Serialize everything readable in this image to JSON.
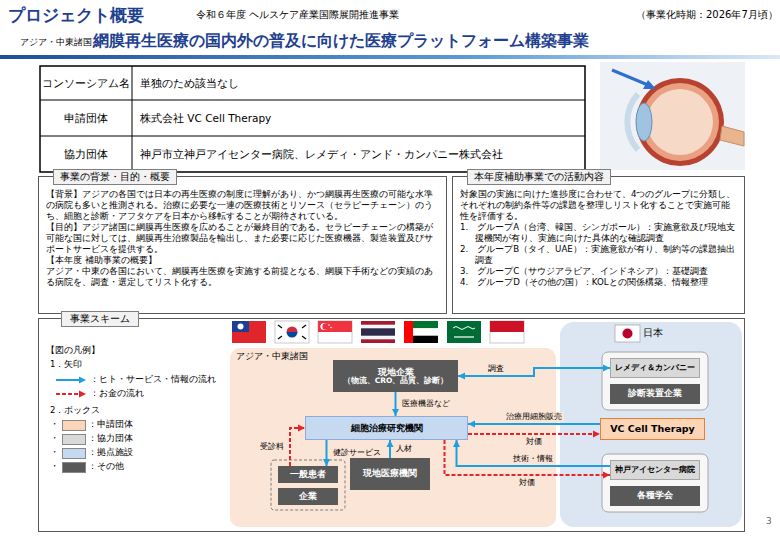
{
  "diagram": {
    "title": "網膜再生医療の国内外の普及に向けた医療プラットフォーム構築事業",
    "nodes": [
      {
        "text": [
          "事業の背景・目的・概要",
          "【背景】アジアの各国では日本の再生医療の制度に理解があり、かつ網膜再生医療の可能な水準の病院も多いと推測される。治療に必要な一連の医療技術とリソース（セラピーチェーン）のうち、細胞と診断・アフタケアを日本から移転することが期待されている。",
          "【目的】アジア諸国に網膜再生医療を広めることが最終目的である。セラピーチェーンの構築が可能な国に対しては、網膜再生治療製品を輸出し、また必要に応じた医療機器、製造装置及びサポートサービスを提供する。",
          "【本年度 補助事業の概要】",
          "アジア・中東の各国において、網膜再生医療を実施する前提となる、網膜下手術などの実績のある病院を、調査・選定してリスト化する。"
        ]
      },
      {
        "text": [
          "本年度補助事業での活動内容",
          "対象国の実施に向けた進捗度に合わせて、4つのグループに分類し、それぞれの制約条件等の課題を整理しリスト化することで実施可能性を評価する。",
          "1.　グループA（台湾、韓国、シンガポール）：実施意欲及び現地支援機関が有り、実施に向けた具体的な確認調査",
          "2.　グループB（タイ、UAE）：実施意欲が有り、制約等の課題抽出調査",
          "3.　グループC（サウジアラビア、インドネシア）：基礎調査",
          "4.　グループD（その他の国）：KOLとの関係構築、情報整理"
        ]
      },
      {
        "text": [
          "事業スキーム"
        ]
      },
      {
        "text": [
          "アジア・中東諸国"
        ],
        "in": 2
      },
      {
        "text": [
          "現地企業",
          "（物流、CRO、品質、診断）"
        ],
        "in": 3
      },
      {
        "text": [
          "細胞治療研究機関"
        ],
        "in": 3
      },
      {
        "text": [
          "一般患者"
        ],
        "in": 3
      },
      {
        "text": [
          "企業"
        ],
        "in": 3
      },
      {
        "text": [
          "現地医療機関"
        ],
        "in": 3
      },
      {
        "text": [
          "日本"
        ],
        "in": 2
      },
      {
        "text": [
          "レメディ＆カンパニー"
        ],
        "in": 9
      },
      {
        "text": [
          "診断装置企業"
        ],
        "in": 9
      },
      {
        "text": [
          "VC Cell Therapy"
        ],
        "in": 9
      },
      {
        "text": [
          "神戸アイセンター病院"
        ],
        "in": 9
      },
      {
        "text": [
          "各種学会"
        ],
        "in": 9
      }
    ],
    "edges": [
      {
        "from": 4,
        "to": 10,
        "label": "調査",
        "arrow": "both"
      },
      {
        "from": 4,
        "to": 5,
        "label": "医療機器など",
        "arrow": "to"
      },
      {
        "from": 12,
        "to": 5,
        "label": "治療用細胞販売",
        "arrow": "to"
      },
      {
        "from": 5,
        "to": 12,
        "label": "対価",
        "arrow": "to"
      },
      {
        "from": 13,
        "to": 5,
        "label": "技術・情報",
        "arrow": "to"
      },
      {
        "from": 5,
        "to": 13,
        "label": "対価",
        "arrow": "to"
      },
      {
        "from": 5,
        "to": 6,
        "label": "健診サービス",
        "arrow": "to"
      },
      {
        "from": 6,
        "to": 5,
        "label": "受診料",
        "arrow": "to"
      },
      {
        "from": 8,
        "to": 5,
        "label": "人材",
        "arrow": "to"
      }
    ],
    "labels": [
      "プロジェクト概要",
      "令和６年度 ヘルスケア産業国際展開推進事業",
      "（事業化時期：2026年7月頃）",
      "アジア・中東諸国",
      "コンソーシアム名",
      "単独のため該当なし",
      "申請団体",
      "株式会社 VC Cell Therapy",
      "協力団体",
      "神戸市立神戸アイセンター病院、レメディ・アンド・カンパニー株式会社",
      "【図の凡例】",
      "1．矢印",
      "2．ボックス",
      "3",
      "・",
      "・",
      "・",
      "・"
    ],
    "legend": [
      {
        "text": "：ヒト・サービス・情報の流れ"
      },
      {
        "text": "：お金の流れ"
      },
      {
        "text": "：申請団体",
        "color": "#fbd5b5"
      },
      {
        "text": "：協力団体",
        "color": "#d9d9d9"
      },
      {
        "text": "：拠点施設",
        "color": "#c5d9f1"
      },
      {
        "text": "：その他",
        "color": "#595959"
      }
    ]
  }
}
